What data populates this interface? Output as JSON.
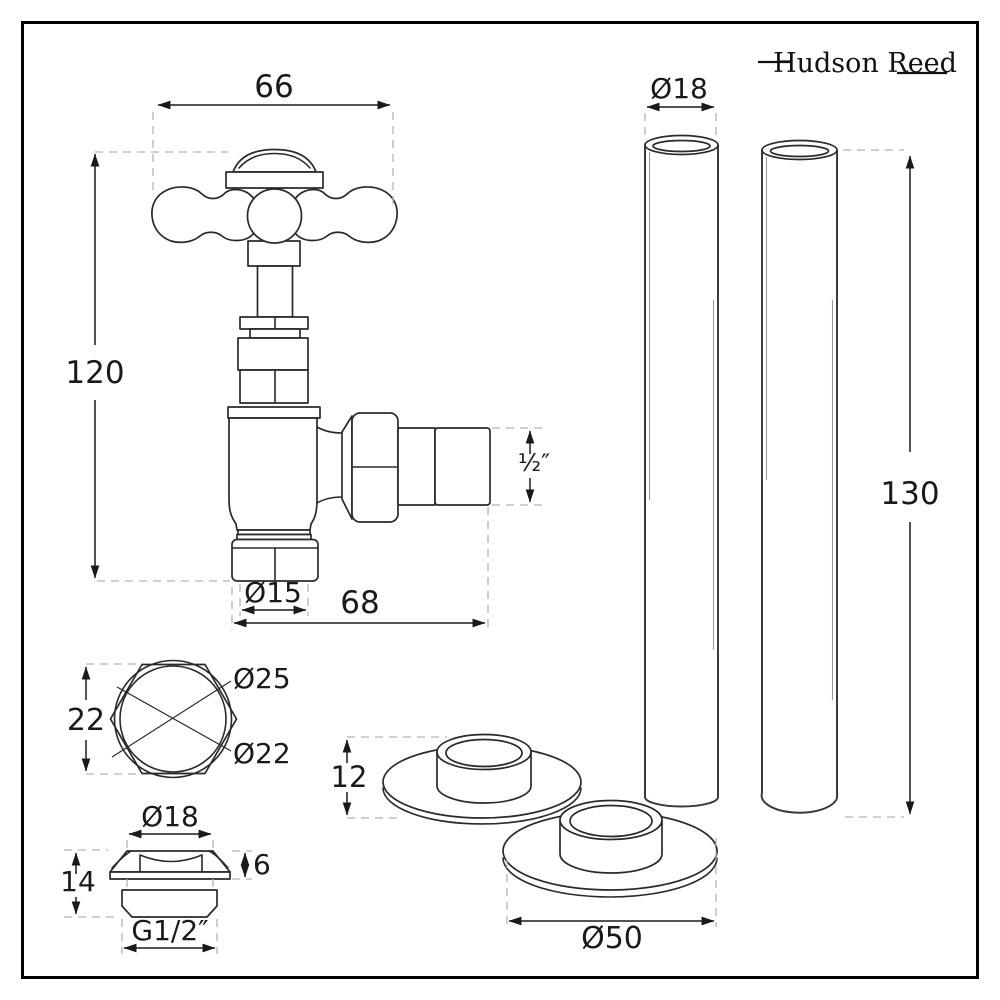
{
  "brand": {
    "name": "Hudson Reed"
  },
  "colors": {
    "line": "#1a1a1a",
    "object_line": "#2a2a2a",
    "dashed_guide": "#b4b4b4",
    "background": "#ffffff",
    "border": "#000000"
  },
  "drawing": {
    "valve": {
      "handle_width": "66",
      "height": "120",
      "outlet_thread": "½″",
      "tail_diameter": "Ø15",
      "depth": "68"
    },
    "nut_top_view": {
      "height": "22",
      "outer_diameter": "Ø25",
      "bore_diameter": "Ø22"
    },
    "air_vent_plug": {
      "head_diameter": "Ø18",
      "head_height": "6",
      "overall_height": "14",
      "thread": "G1/2″"
    },
    "pipes": {
      "diameter": "Ø18",
      "length": "130"
    },
    "collars": {
      "height": "12",
      "diameter": "Ø50"
    }
  }
}
